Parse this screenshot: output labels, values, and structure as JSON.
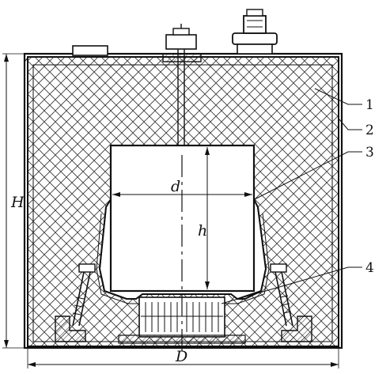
{
  "dimensions": {
    "outer_height": "H",
    "outer_diameter": "D",
    "cavity_diameter": "d",
    "cavity_height": "h"
  },
  "callouts": [
    "1",
    "2",
    "3",
    "4"
  ]
}
